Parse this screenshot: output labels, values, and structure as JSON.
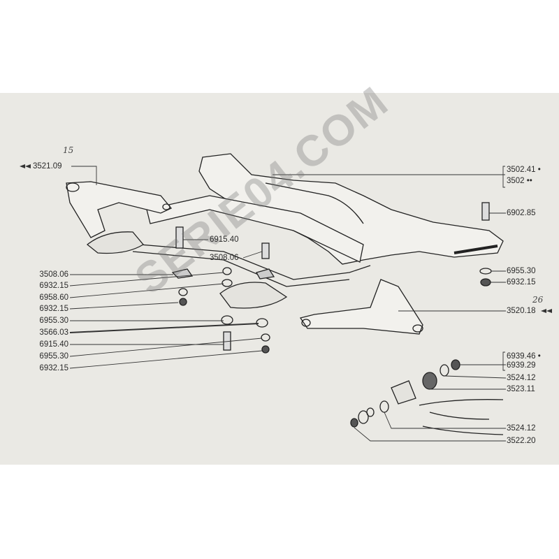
{
  "watermark": "SERIE04.COM",
  "handwritten": {
    "left_note": "15",
    "right_note": "26"
  },
  "labels": {
    "top_left": "3521.09",
    "center_bolt": "6915.40",
    "center_bolt2": "3508.06",
    "left_list": [
      "3508.06",
      "6932.15",
      "6958.60",
      "6932.15",
      "6955.30",
      "3566.03",
      "6915.40",
      "6955.30",
      "6932.15"
    ],
    "right_bracket_top": [
      "3502.41 •",
      "3502 ••"
    ],
    "right_bolt": "6902.85",
    "right_washer": "6955.30",
    "right_nut": "6932.15",
    "right_arm": "3520.18",
    "right_bracket_bottom": [
      "6939.46 •",
      "6939.29"
    ],
    "right_lower": [
      "3524.12",
      "3523.11",
      "3524.12",
      "3522.20"
    ]
  }
}
